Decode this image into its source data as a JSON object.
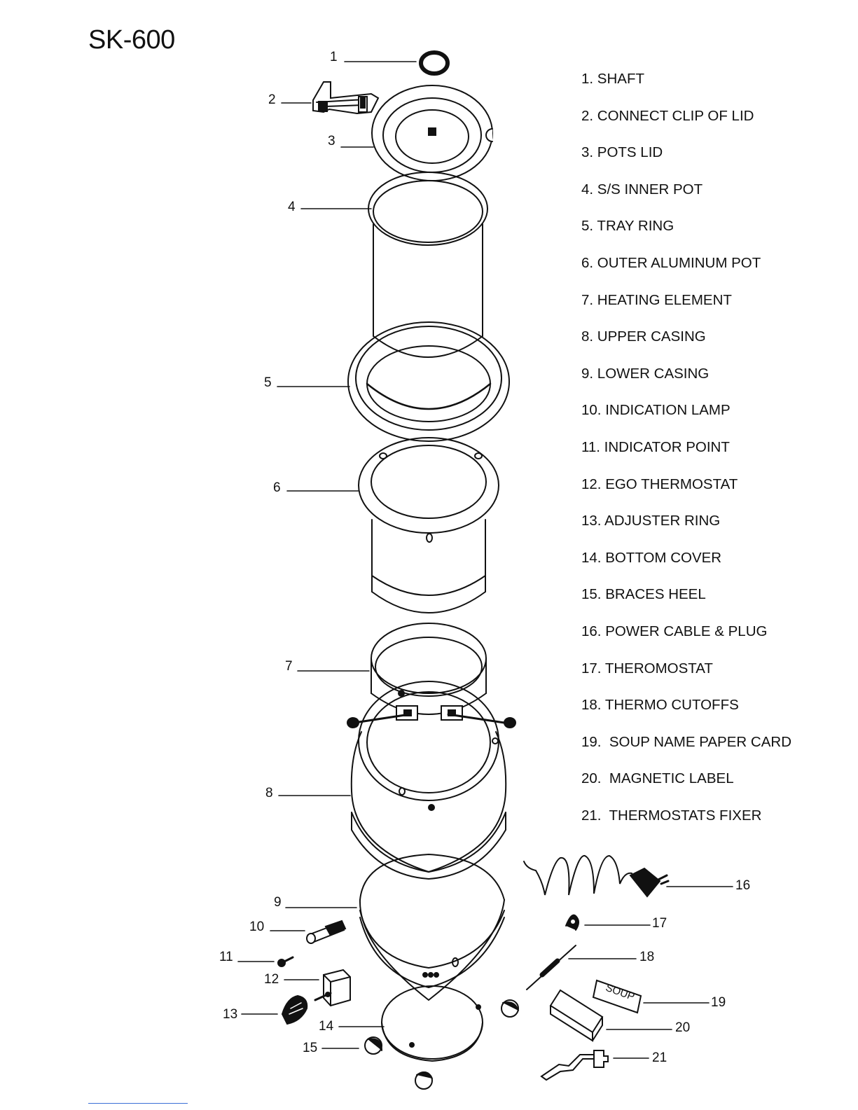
{
  "title": "SK-600",
  "parts": [
    {
      "num": "1",
      "label": "1. SHAFT"
    },
    {
      "num": "2",
      "label": "2. CONNECT CLIP OF LID"
    },
    {
      "num": "3",
      "label": "3. POTS LID"
    },
    {
      "num": "4",
      "label": "4. S/S INNER POT"
    },
    {
      "num": "5",
      "label": "5. TRAY RING"
    },
    {
      "num": "6",
      "label": "6. OUTER ALUMINUM POT"
    },
    {
      "num": "7",
      "label": "7. HEATING ELEMENT"
    },
    {
      "num": "8",
      "label": "8. UPPER CASING"
    },
    {
      "num": "9",
      "label": "9. LOWER CASING"
    },
    {
      "num": "10",
      "label": "10. INDICATION LAMP"
    },
    {
      "num": "11",
      "label": "11. INDICATOR POINT"
    },
    {
      "num": "12",
      "label": "12. EGO THERMOSTAT"
    },
    {
      "num": "13",
      "label": "13. ADJUSTER RING"
    },
    {
      "num": "14",
      "label": "14. BOTTOM COVER"
    },
    {
      "num": "15",
      "label": "15. BRACES HEEL"
    },
    {
      "num": "16",
      "label": "16. POWER CABLE & PLUG"
    },
    {
      "num": "17",
      "label": "17. THEROMOSTAT"
    },
    {
      "num": "18",
      "label": "18. THERMO CUTOFFS"
    },
    {
      "num": "19",
      "label": "19.  SOUP NAME PAPER CARD"
    },
    {
      "num": "20",
      "label": "20.  MAGNETIC LABEL"
    },
    {
      "num": "21",
      "label": "21.  THERMOSTATS FIXER"
    }
  ],
  "soup_card_text": "SOUP"
}
